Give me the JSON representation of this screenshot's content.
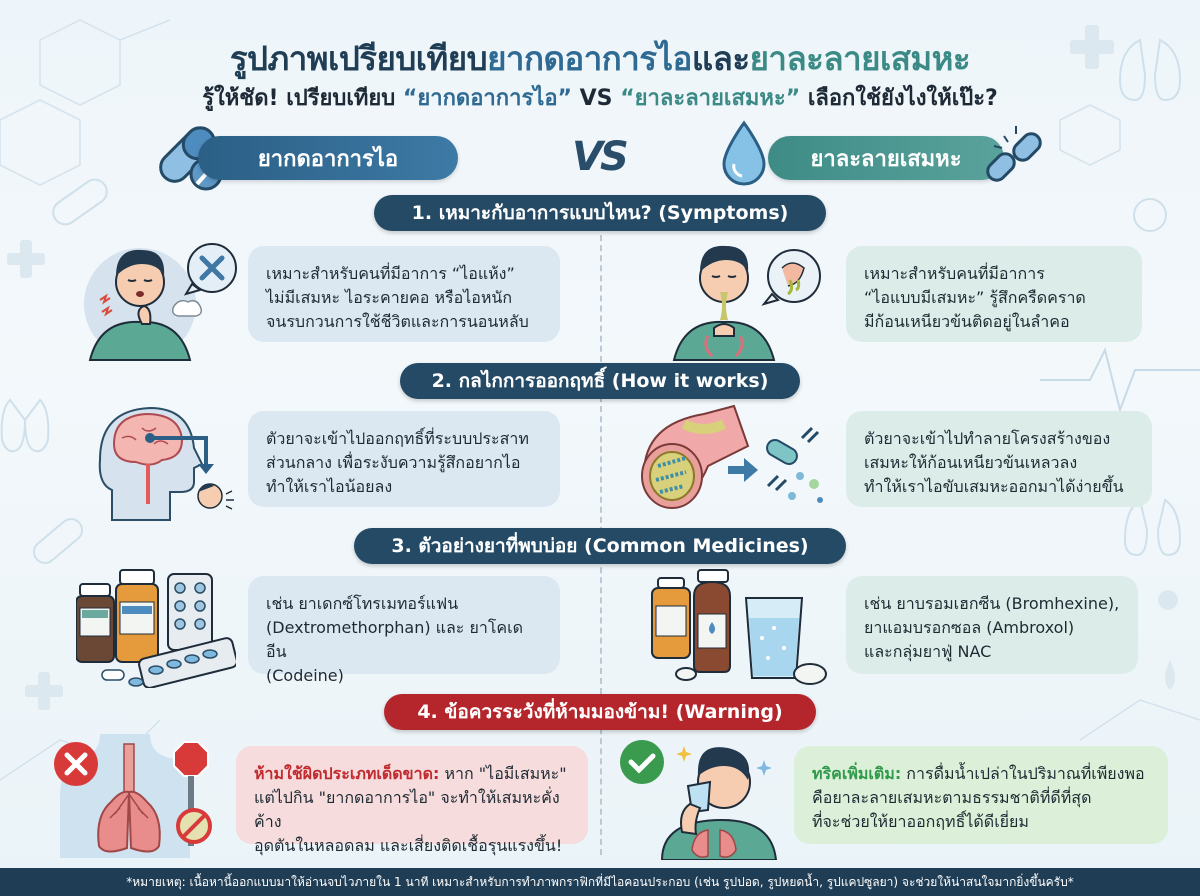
{
  "header": {
    "title_part1": "รูปภาพเปรียบเทียบ",
    "title_part2": "ยากดอาการไอ",
    "title_part3": "และ",
    "title_part4": "ยาละลายเสมหะ",
    "subtitle_prefix": "รู้ให้ชัด! เปรียบเทียบ ",
    "subtitle_q1": "“ยากดอาการไอ”",
    "subtitle_vs": " VS ",
    "subtitle_q2": "“ยาละลายเสมหะ”",
    "subtitle_suffix": " เลือกใช้ยังไงให้เป๊ะ?"
  },
  "comparison": {
    "left_label": "ยากดอาการไอ",
    "vs_label": "VS",
    "right_label": "ยาละลายเสมหะ"
  },
  "colors": {
    "primary_dark": "#244a66",
    "cough_blue": "#2f6a93",
    "mucus_teal": "#3c8a86",
    "warning_red": "#b5262c",
    "tip_green": "#2e9a4a"
  },
  "sections": [
    {
      "title": "1. เหมาะกับอาการแบบไหน? (Symptoms)",
      "left_icon": "coughing-person-icon",
      "left_text": [
        "เหมาะสำหรับคนที่มีอาการ “ไอแห้ง”",
        "ไม่มีเสมหะ ไอระคายคอ หรือไอหนัก",
        "จนรบกวนการใช้ชีวิตและการนอนหลับ"
      ],
      "right_icon": "phlegm-person-icon",
      "right_text": [
        "เหมาะสำหรับคนที่มีอาการ",
        "“ไอแบบมีเสมหะ” รู้สึกครืดคราด",
        "มีก้อนเหนียวข้นติดอยู่ในลำคอ"
      ]
    },
    {
      "title": "2. กลไกการออกฤทธิ์ (How it works)",
      "left_icon": "brain-signal-icon",
      "left_text": [
        "ตัวยาจะเข้าไปออกฤทธิ์ที่ระบบประสาท",
        "ส่วนกลาง เพื่อระงับความรู้สึกอยากไอ",
        "ทำให้เราไอน้อยลง"
      ],
      "right_icon": "airway-mucus-breakdown-icon",
      "right_text": [
        "ตัวยาจะเข้าไปทำลายโครงสร้างของ",
        "เสมหะให้ก้อนเหนียวข้นเหลวลง",
        "ทำให้เราไอขับเสมหะออกมาได้ง่ายขึ้น"
      ]
    },
    {
      "title": "3. ตัวอย่างยาที่พบบ่อย (Common Medicines)",
      "left_icon": "medicine-bottles-icon",
      "left_text": [
        "เช่น ยาเดกซ์โทรเมทอร์แฟน",
        "(Dextromethorphan) และ ยาโคเดอีน",
        "(Codeine)"
      ],
      "right_icon": "syrup-effervescent-icon",
      "right_text": [
        "เช่น ยาบรอมเฮกซีน (Bromhexine),",
        "ยาแอมบรอกซอล (Ambroxol)",
        "และกลุ่มยาฟู่ NAC"
      ]
    },
    {
      "title": "4. ข้อควรระวังที่ห้ามมองข้าม! (Warning)",
      "left_icon": "lungs-stop-icon",
      "left_highlight": "ห้ามใช้ผิดประเภทเด็ดขาด:",
      "left_text": [
        " หาก \"ไอมีเสมหะ\"",
        "แต่ไปกิน \"ยากดอาการไอ\" จะทำให้เสมหะคั่งค้าง",
        "อุดตันในหลอดลม และเสี่ยงติดเชื้อรุนแรงขึ้น!"
      ],
      "right_icon": "drinking-water-icon",
      "right_highlight": "ทริคเพิ่มเติม:",
      "right_text": [
        " การดื่มน้ำเปล่าในปริมาณที่เพียงพอ",
        "คือยาละลายเสมหะตามธรรมชาติที่ดีที่สุด",
        "ที่จะช่วยให้ยาออกฤทธิ์ได้ดีเยี่ยม"
      ]
    }
  ],
  "footer": {
    "note": "*หมายเหตุ: เนื้อหานี้ออกแบบมาให้อ่านจบไวภายใน 1 นาที เหมาะสำหรับการทำภาพกราฟิกที่มีไอคอนประกอบ (เช่น รูปปอด, รูปหยดน้ำ, รูปแคปซูลยา) จะช่วยให้น่าสนใจมากยิ่งขึ้นครับ*"
  }
}
